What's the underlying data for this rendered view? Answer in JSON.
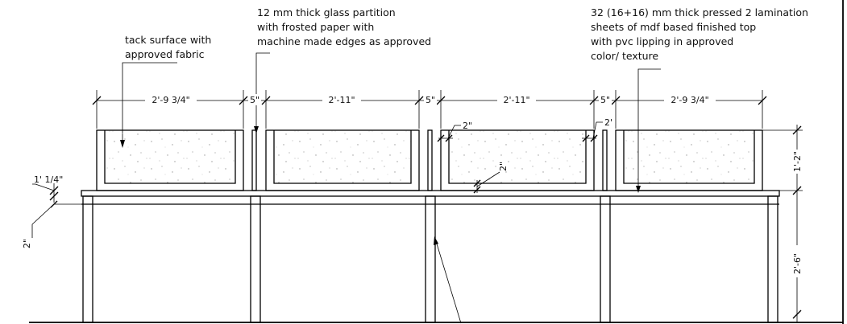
{
  "notes": {
    "glass_partition": [
      "12 mm thick glass partition",
      "with frosted paper with",
      "machine made edges as approved"
    ],
    "laminated_top": [
      "32 (16+16) mm thick pressed 2 lamination",
      "sheets of mdf based finished top",
      "with pvc lipping in approved",
      "color/ texture"
    ],
    "tack_surface": [
      "tack surface with",
      "approved fabric"
    ]
  },
  "dimensions": {
    "panel_1": "2'-9 3/4\"",
    "gap_1": "5\"",
    "panel_2": "2'-11\"",
    "gap_2": "5\"",
    "panel_3": "2'-11\"",
    "gap_3": "5\"",
    "panel_4": "2'-9 3/4\"",
    "frame_left": "2\"",
    "frame_right": "2'",
    "frame_bottom": "2\"",
    "top_thickness": "1' 1/4\"",
    "leg_width": "2\"",
    "panel_height": "1'-2\"",
    "table_height": "2'-6\""
  }
}
